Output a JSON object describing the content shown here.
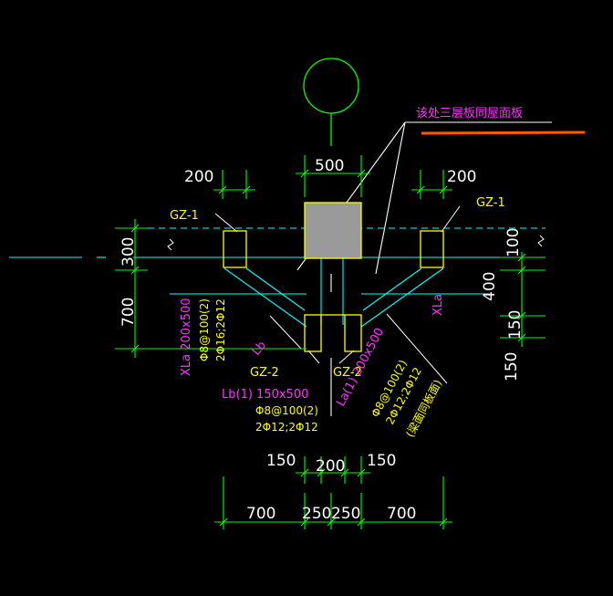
{
  "colors": {
    "background": "#000000",
    "dimension": "#00ff00",
    "structure": "#00ffff",
    "column_label": "#ffff00",
    "magenta_label": "#ff33ff",
    "white": "#ffffff",
    "orange": "#ff5a00",
    "column_fill": "#9a9a9a"
  },
  "annotations": {
    "roof_note": "该处三层板同屋面板",
    "gz1_left": "GZ-1",
    "gz1_right": "GZ-1",
    "gz2_left": "GZ-2",
    "gz2_right": "GZ-2",
    "lb_left": "Lb",
    "xla_right": "XLa",
    "xla_left": {
      "name": "XLa 200x500",
      "stirrup": "Φ8@100(2)",
      "bars": "2Φ16;2Φ12"
    },
    "lb_center": {
      "name": "Lb(1) 150x500",
      "stirrup": "Φ8@100(2)",
      "bars": "2Φ12;2Φ12"
    },
    "la_diag": {
      "name": "La(1) 200x500",
      "stirrup": "Φ8@100(2)",
      "bars": "2Φ12;2Φ12",
      "note": "(梁面同板面)"
    }
  },
  "dimensions": {
    "top_left": "200",
    "top_center": "500",
    "top_right": "200",
    "left_upper": "300",
    "left_lower": "700",
    "right_100": "100",
    "right_400": "400",
    "right_150a": "150",
    "right_150b": "150",
    "mid_150_left": "150",
    "mid_200": "200",
    "mid_150_right": "150",
    "bottom_700_left": "700",
    "bottom_250_left": "250",
    "bottom_250_right": "250",
    "bottom_700_right": "700"
  }
}
